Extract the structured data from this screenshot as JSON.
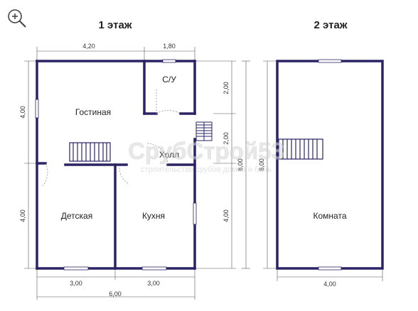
{
  "floor1": {
    "title": "1 этаж",
    "dims": {
      "top_left": "4,20",
      "top_right": "1,80",
      "left_upper": "4,00",
      "left_lower": "4,00",
      "right_upper": "2,00",
      "right_middle": "2,00",
      "right_lower": "4,00",
      "right_total": "8,00",
      "bottom_left": "3,00",
      "bottom_right": "3,00",
      "bottom_total": "6,00"
    },
    "rooms": {
      "living": "Гостиная",
      "wc": "С/У",
      "hall": "Холл",
      "kids": "Детская",
      "kitchen": "Кухня"
    }
  },
  "floor2": {
    "title": "2 этаж",
    "dims": {
      "left_total": "8,00",
      "bottom": "4,00"
    },
    "rooms": {
      "room": "Комната"
    }
  },
  "watermark": {
    "brand": "СрубСтрой53",
    "tagline": "строительство срубов домов и бань"
  },
  "colors": {
    "wall": "#2a2466",
    "dim": "#333333",
    "text": "#222222"
  },
  "icons": {
    "zoom": "zoom-in-icon"
  }
}
